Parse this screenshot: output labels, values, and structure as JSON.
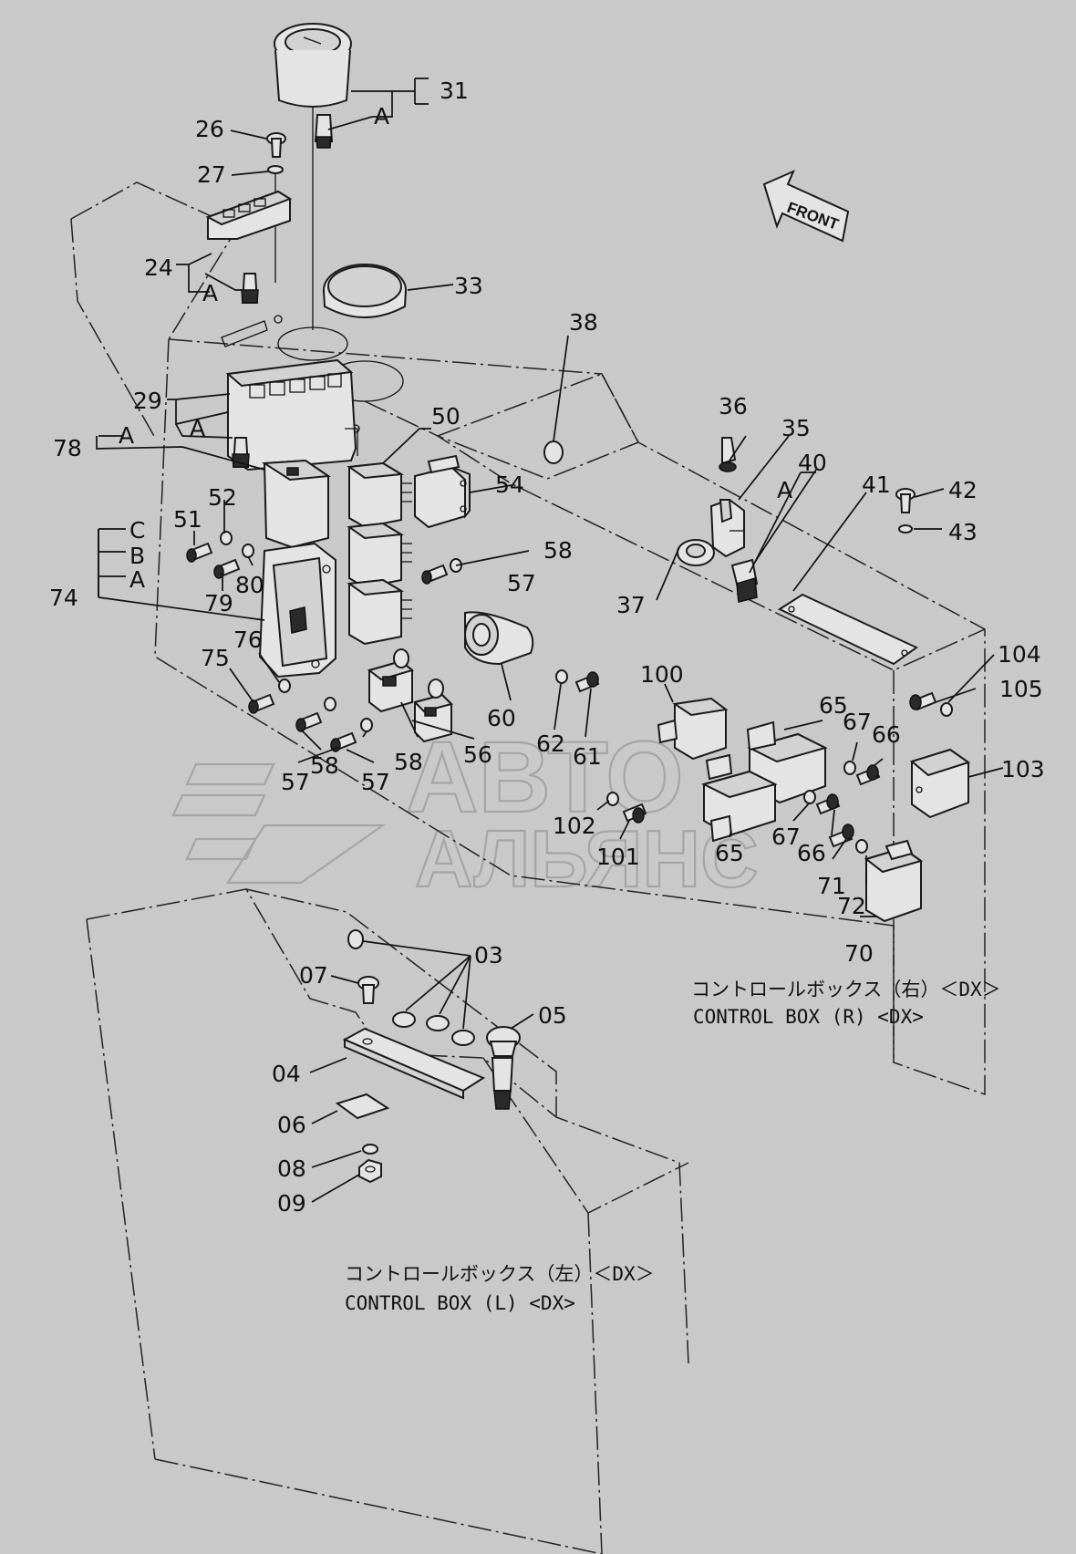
{
  "labels": {
    "n03": "03",
    "n04": "04",
    "n05": "05",
    "n06": "06",
    "n07": "07",
    "n08": "08",
    "n09": "09",
    "n24": "24",
    "n26": "26",
    "n27": "27",
    "n29": "29",
    "n31": "31",
    "n33": "33",
    "n35": "35",
    "n36": "36",
    "n37": "37",
    "n38": "38",
    "n40": "40",
    "n41": "41",
    "n42": "42",
    "n43": "43",
    "n50": "50",
    "n51": "51",
    "n52": "52",
    "n54": "54",
    "n56": "56",
    "n57": "57",
    "n58": "58",
    "n60": "60",
    "n61": "61",
    "n62": "62",
    "n65": "65",
    "n66": "66",
    "n67": "67",
    "n70": "70",
    "n71": "71",
    "n72": "72",
    "n74": "74",
    "n75": "75",
    "n76": "76",
    "n78": "78",
    "n79": "79",
    "n80": "80",
    "n100": "100",
    "n101": "101",
    "n102": "102",
    "n103": "103",
    "n104": "104",
    "n105": "105",
    "a": "A",
    "b": "B",
    "c": "C"
  },
  "front_arrow": "FRONT",
  "captions": {
    "right_jp": "コントロールボックス（右）＜DX＞",
    "right_en": "CONTROL BOX (R) <DX>",
    "left_jp": "コントロールボックス（左）＜DX＞",
    "left_en": "CONTROL BOX (L) <DX>"
  },
  "watermark": {
    "line1": "АВТО",
    "line2": "АЛЬЯНС"
  }
}
